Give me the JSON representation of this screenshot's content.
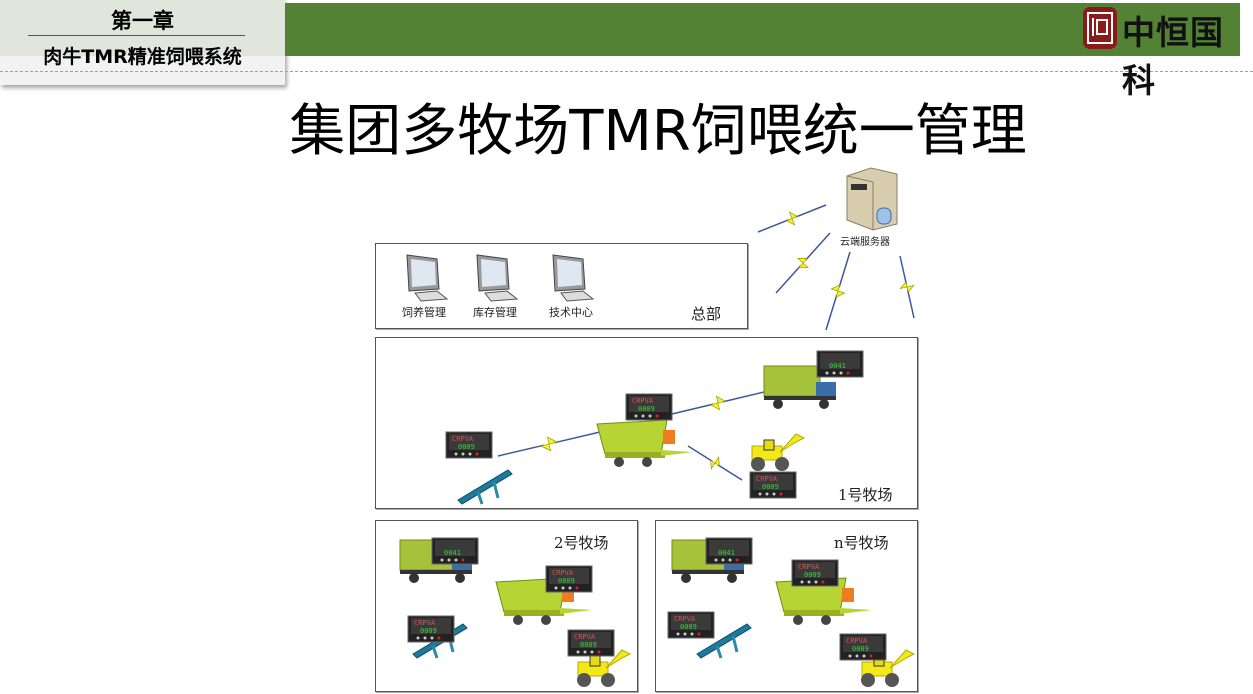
{
  "chapter": {
    "title": "第一章",
    "subtitle": "肉牛TMR精准饲喂系统"
  },
  "logo": {
    "text": "中恒国科",
    "brand_color": "#8b1a1a"
  },
  "header": {
    "bar_color": "#548235"
  },
  "slide_title": "集团多牧场TMR饲喂统一管理",
  "server": {
    "label": "云端服务器"
  },
  "hq": {
    "label": "总部",
    "terminals": [
      "饲养管理",
      "库存管理",
      "技术中心"
    ]
  },
  "farms": [
    {
      "label": "1号牧场"
    },
    {
      "label": "2号牧场"
    },
    {
      "label": "n号牧场"
    }
  ],
  "display": {
    "code": "CRPVA",
    "count_a": "0009",
    "count_b": "0041"
  }
}
